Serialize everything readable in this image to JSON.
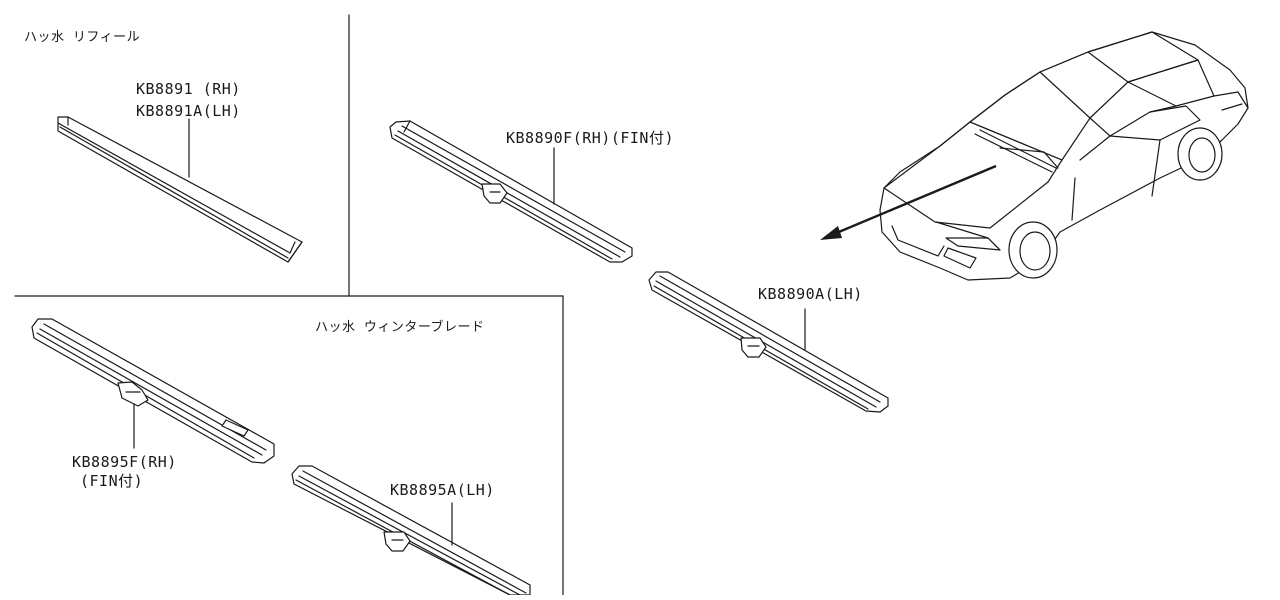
{
  "panels": {
    "refill_title": "ハッ水 リフィール",
    "winter_title": "ハッ水 ウィンターブレード"
  },
  "parts": {
    "refill_rh": "KB8891 (RH)",
    "refill_lh": "KB8891A(LH)",
    "blade_rh": "KB8890F(RH)(FIN付)",
    "blade_lh": "KB8890A(LH)",
    "winter_rh": "KB8895F(RH)",
    "winter_rh_note": "(FIN付)",
    "winter_lh": "KB8895A(LH)"
  },
  "colors": {
    "line": "#1a1a1a",
    "background": "#ffffff"
  }
}
